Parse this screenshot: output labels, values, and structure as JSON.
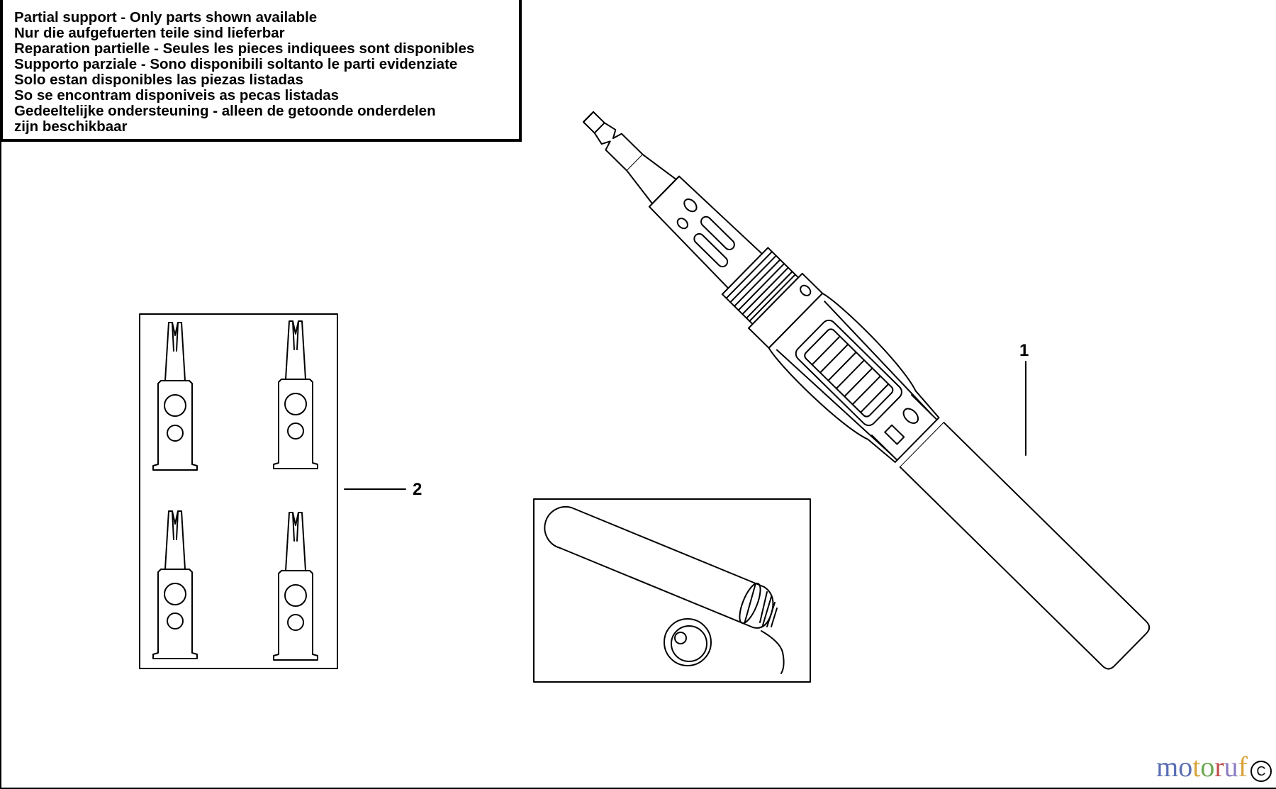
{
  "notice": {
    "lines": [
      "Partial support - Only parts shown available",
      "Nur die aufgefuerten teile sind lieferbar",
      "Reparation partielle - Seules les pieces indiquees sont disponibles",
      "Supporto parziale - Sono disponibili soltanto le parti evidenziate",
      "Solo estan disponibles las piezas listadas",
      "So se encontram disponiveis as pecas listadas",
      "Gedeeltelijke ondersteuning - alleen de getoonde onderdelen",
      "zijn beschikbaar"
    ]
  },
  "callouts": {
    "part1": "1",
    "part2": "2"
  },
  "watermark": {
    "letters": [
      "m",
      "o",
      "t",
      "o",
      "r",
      "u",
      "f"
    ],
    "colors": [
      "#5b6fb5",
      "#5b6fb5",
      "#d8a33a",
      "#6aa84f",
      "#c0504d",
      "#8e7cc3",
      "#d8a33a"
    ]
  },
  "corner_mark": "C"
}
